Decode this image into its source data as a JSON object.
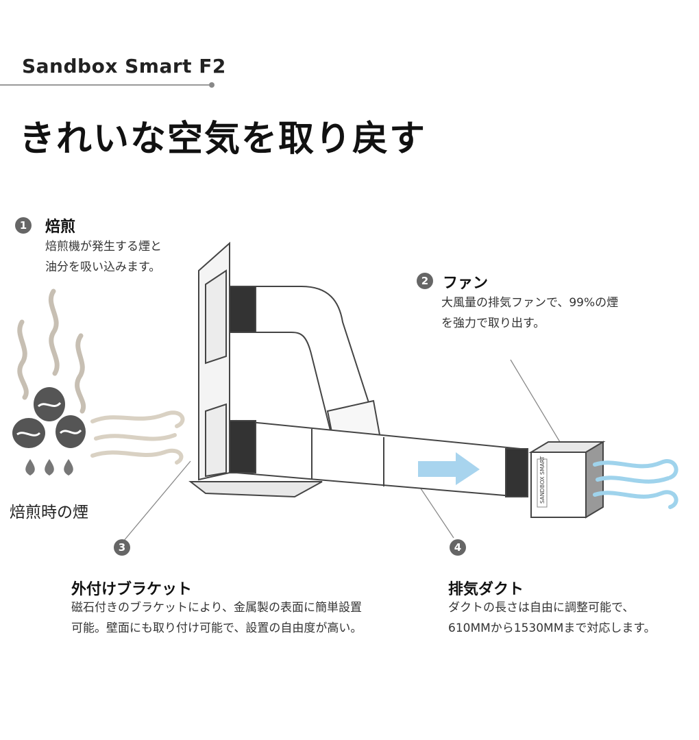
{
  "brand": "Sandbox Smart F2",
  "headline": "きれいな空気を取り戻す",
  "steps": [
    {
      "num": "1",
      "title": "焙煎",
      "desc": "焙煎機が発生する煙と\n油分を吸い込みます。"
    },
    {
      "num": "2",
      "title": "ファン",
      "desc": "大風量の排気ファンで、99%の煙\nを強力で取り出す。"
    },
    {
      "num": "3",
      "title": "外付けブラケット",
      "desc": "磁石付きのブラケットにより、金属製の表面に簡単設置\n可能。壁面にも取り付け可能で、設置の自由度が高い。"
    },
    {
      "num": "4",
      "title": "排気ダクト",
      "desc": "ダクトの長さは自由に調整可能で、\n610MMから1530MMまで対応します。"
    }
  ],
  "smoke_label": "焙煎時の煙",
  "fan_brand": "SANDBOX SMART",
  "colors": {
    "badge": "#666666",
    "smoke": "#c7bfb3",
    "airflow": "#9fd3ec",
    "arrow": "#a8d4ee",
    "bean": "#555555",
    "oil": "#777777"
  },
  "icons": [
    "smoke-icon",
    "coffee-bean-icon",
    "oil-drop-icon",
    "airflow-icon",
    "arrow-right-icon"
  ]
}
